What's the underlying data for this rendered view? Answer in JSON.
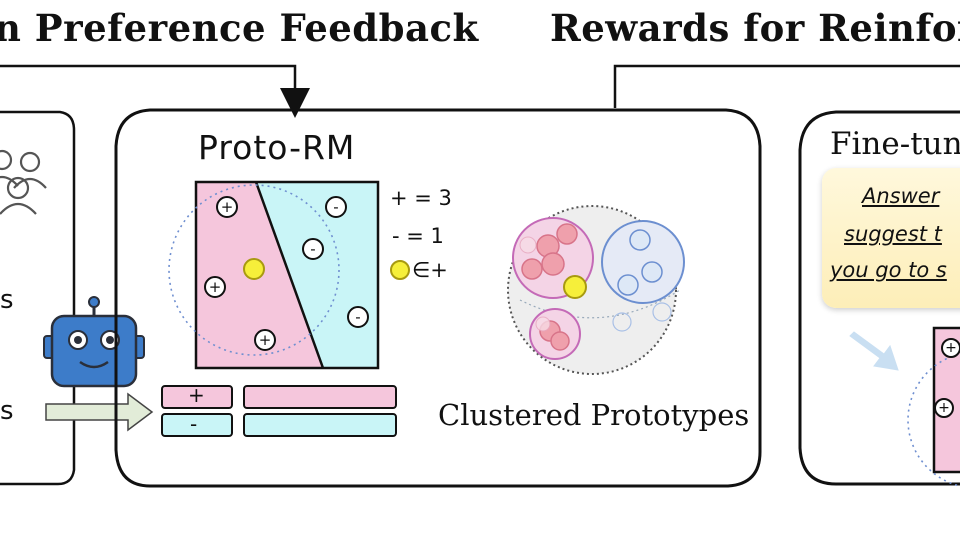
{
  "titles": {
    "left": "n Preference Feedback",
    "right": "Rewards for Reinforc"
  },
  "proto_rm": {
    "title": "Proto-RM",
    "legend": {
      "plus_count": "+ = 3",
      "minus_count": "- = 1",
      "yellow_label": "∈+"
    },
    "cells_plus": [
      "+",
      "+",
      "+"
    ],
    "cells_minus": [
      "-",
      "-",
      "-",
      "-"
    ],
    "bars": {
      "plus": "+",
      "minus": "-"
    },
    "clustered_label": "Clustered Prototypes"
  },
  "left_panel": {
    "letters": [
      "s",
      "s"
    ]
  },
  "right_panel": {
    "fine_tune_label": "Fine-tun",
    "speech_lines": [
      "Answer",
      "suggest t",
      "you go to s"
    ]
  },
  "colors": {
    "pink": "#f5c6dc",
    "cyan": "#c9f5f7",
    "yellow": "#f6ef3a",
    "robot_blue": "#3d7cc9",
    "arrow_light": "#c9dff2"
  }
}
